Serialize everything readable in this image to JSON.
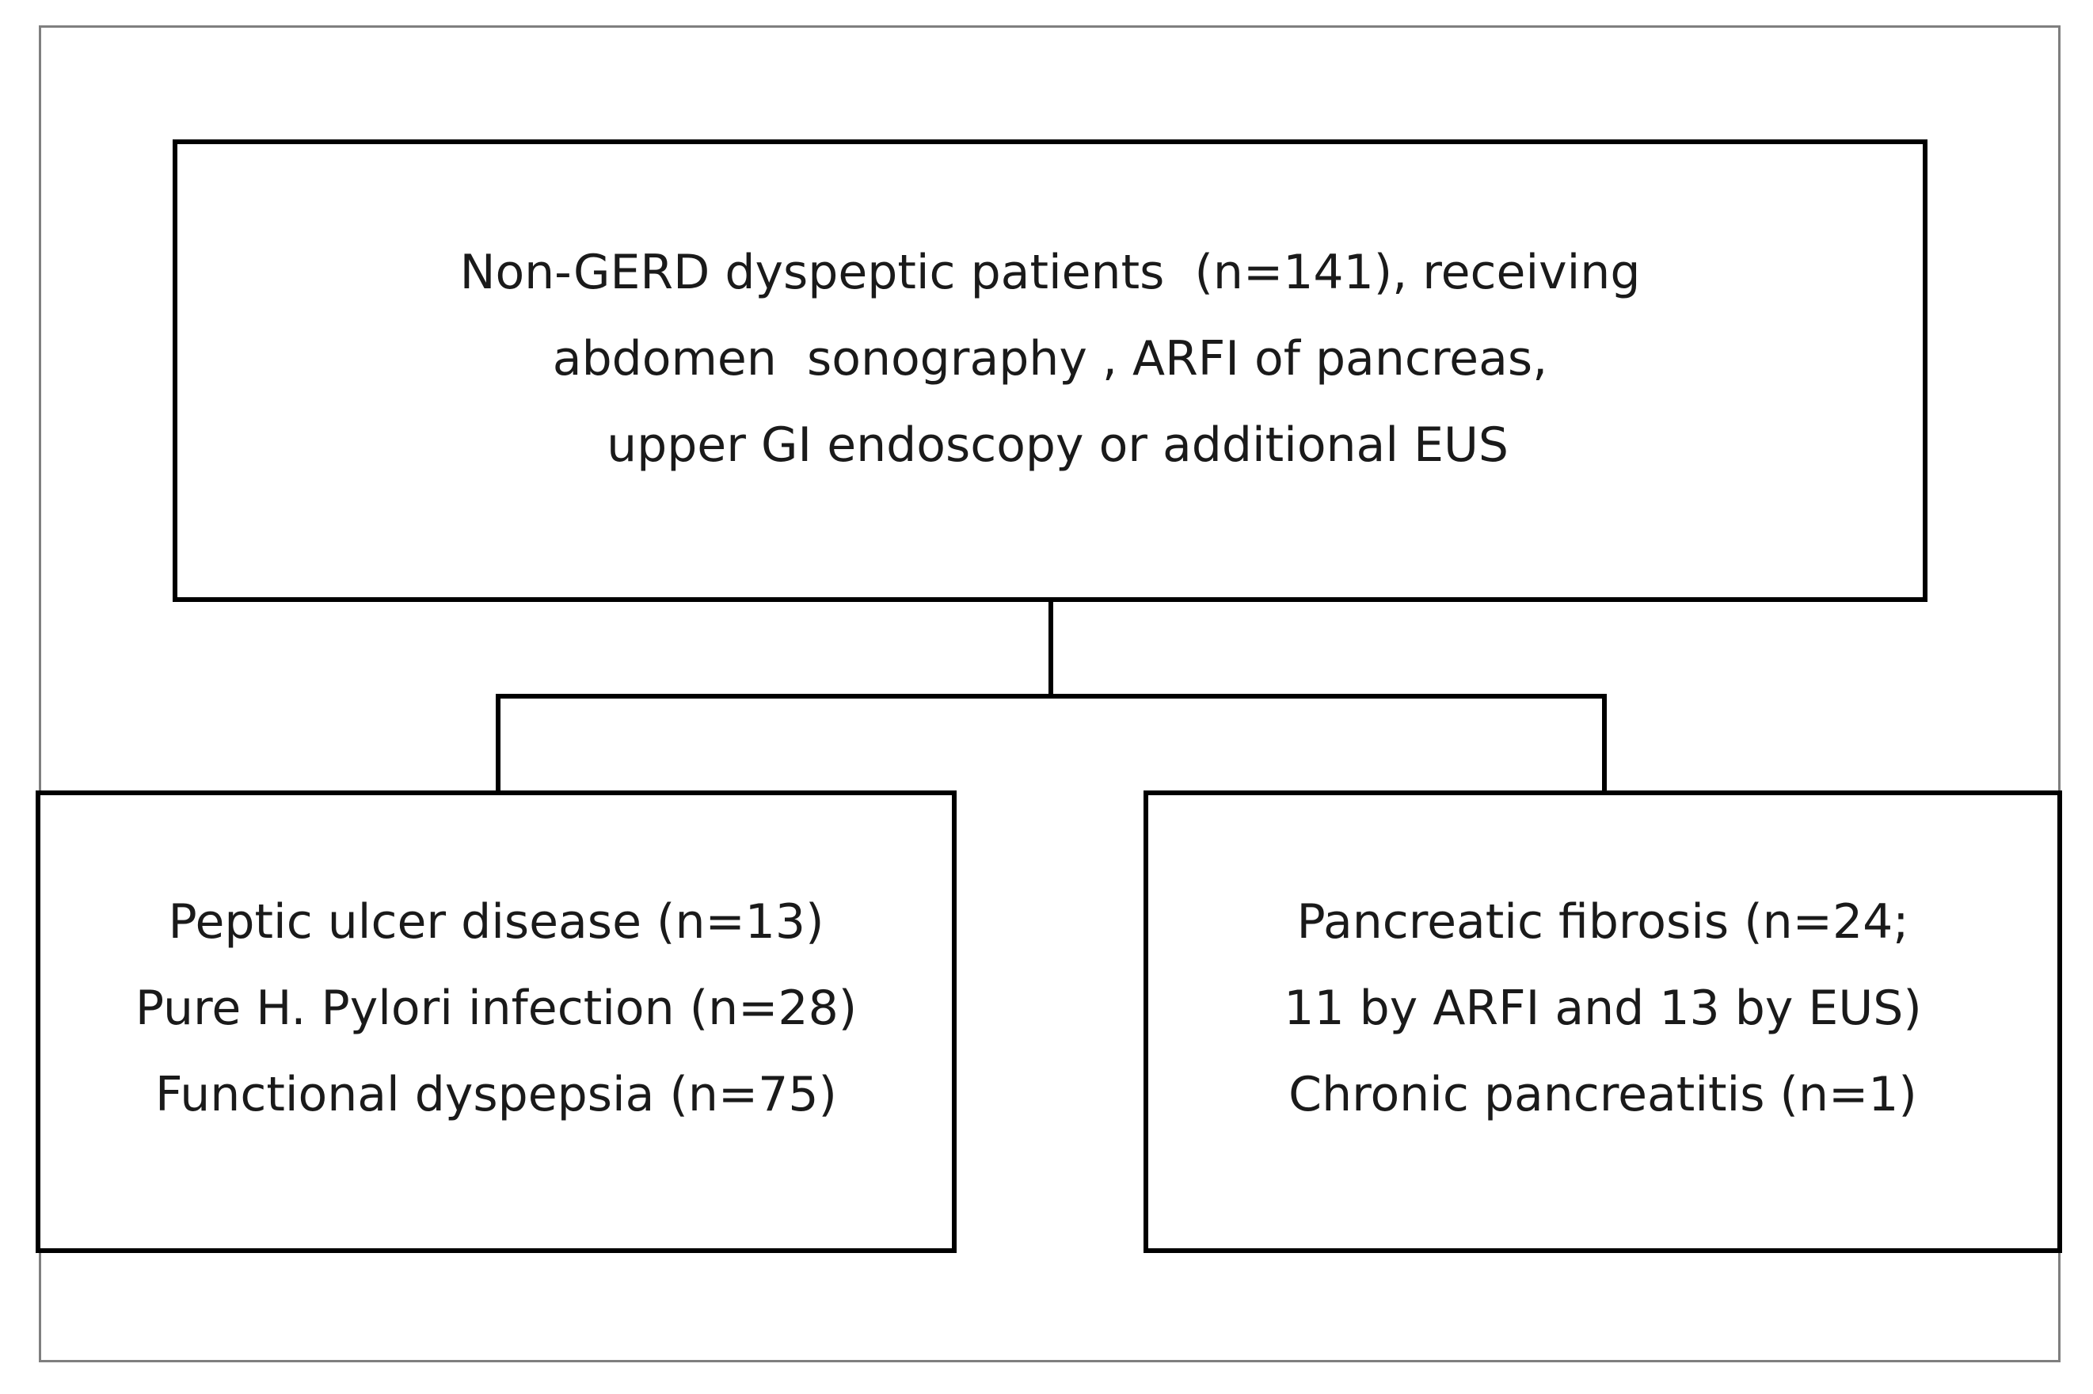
{
  "diagram": {
    "top_box": {
      "lines": [
        "Non-GERD dyspeptic patients  (n=141), receiving",
        "abdomen  sonography , ARFI of pancreas,",
        " upper GI endoscopy or additional EUS"
      ]
    },
    "left_box": {
      "lines": [
        "Peptic ulcer disease (n=13)",
        "Pure H. Pylori infection (n=28)",
        "Functional dyspepsia (n=75)"
      ]
    },
    "right_box": {
      "lines": [
        "Pancreatic fibrosis (n=24;",
        "11 by ARFI and 13 by EUS)",
        "Chronic pancreatitis (n=1)"
      ]
    },
    "colors": {
      "box_border": "#000000",
      "outer_frame": "#7f7f7f",
      "text": "#1a1a1a",
      "background": "#ffffff"
    }
  }
}
